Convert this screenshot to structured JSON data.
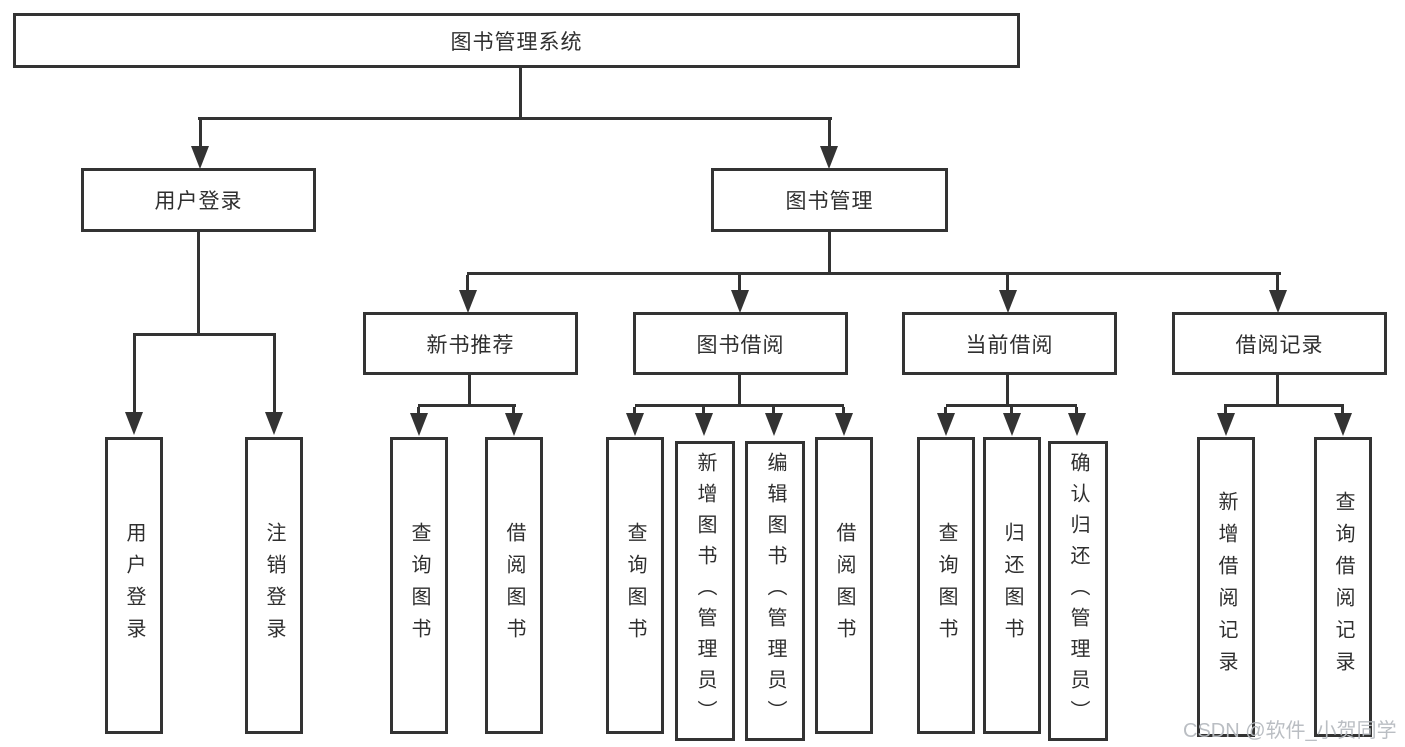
{
  "tree": {
    "root": {
      "label": "图书管理系统"
    },
    "branches": [
      {
        "label": "用户登录",
        "children": [
          {
            "label": "用户登录"
          },
          {
            "label": "注销登录"
          }
        ]
      },
      {
        "label": "图书管理",
        "children": [
          {
            "label": "新书推荐",
            "children": [
              {
                "label": "查询图书"
              },
              {
                "label": "借阅图书"
              }
            ]
          },
          {
            "label": "图书借阅",
            "children": [
              {
                "label": "查询图书"
              },
              {
                "label": "新增图书（管理员）"
              },
              {
                "label": "编辑图书（管理员）"
              },
              {
                "label": "借阅图书"
              }
            ]
          },
          {
            "label": "当前借阅",
            "children": [
              {
                "label": "查询图书"
              },
              {
                "label": "归还图书"
              },
              {
                "label": "确认归还（管理员）"
              }
            ]
          },
          {
            "label": "借阅记录",
            "children": [
              {
                "label": "新增借阅记录"
              },
              {
                "label": "查询借阅记录"
              }
            ]
          }
        ]
      }
    ]
  },
  "watermark": {
    "text": "CSDN @软件_小贺同学"
  },
  "colors": {
    "line": "#333333",
    "text": "#2f2f2f",
    "watermark": "#b7bbc0",
    "background": "#ffffff"
  }
}
